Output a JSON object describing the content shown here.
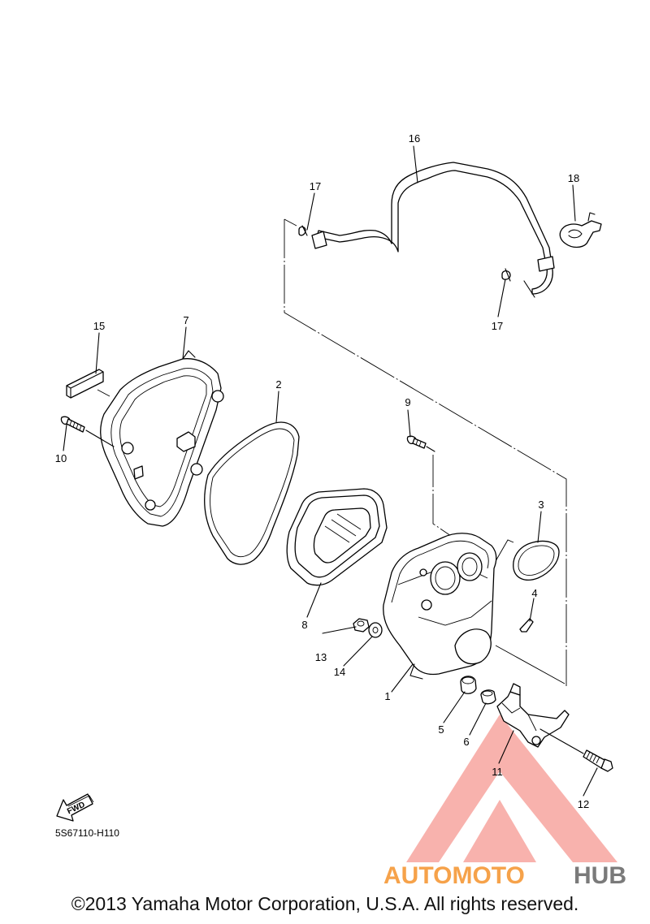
{
  "diagram_code": "5S67110-H110",
  "fwd_label": "FWD",
  "copyright": "©2013 Yamaha Motor Corporation, U.S.A. All rights reserved.",
  "watermark": {
    "part1": "AUTOMOTO",
    "part2": "HUB",
    "color1": "#f6a24a",
    "color2": "#7a7a7a",
    "triangle_color": "#f4877f"
  },
  "callouts": [
    "1",
    "2",
    "3",
    "4",
    "5",
    "6",
    "7",
    "8",
    "9",
    "10",
    "11",
    "12",
    "13",
    "14",
    "15",
    "16",
    "17",
    "17",
    "18"
  ]
}
